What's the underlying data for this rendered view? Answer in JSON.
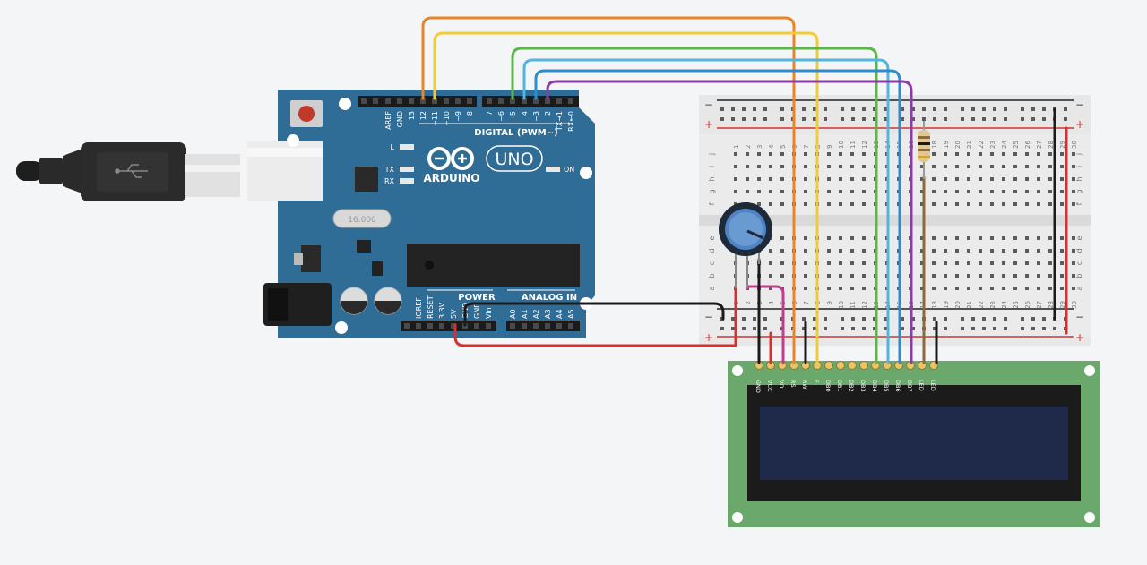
{
  "arduino": {
    "brand": "ARDUINO",
    "model": "UNO",
    "digital_header": "DIGITAL (PWM~)",
    "power_header": "POWER",
    "analog_header": "ANALOG IN",
    "on_label": "ON",
    "crystal": "16.000",
    "led_l": "L",
    "led_tx": "TX",
    "led_rx": "RX",
    "digital_pins": [
      "AREF",
      "GND",
      "13",
      "12",
      "~11",
      "~10",
      "~9",
      "8",
      "7",
      "~6",
      "~5",
      "4",
      "~3",
      "2",
      "TX→1",
      "RX←0"
    ],
    "power_pins": [
      "IOREF",
      "RESET",
      "3.3V",
      "5V",
      "GND",
      "GND",
      "Vin"
    ],
    "analog_pins": [
      "A0",
      "A1",
      "A2",
      "A3",
      "A4",
      "A5"
    ]
  },
  "breadboard": {
    "columns": [
      "1",
      "2",
      "3",
      "4",
      "5",
      "6",
      "7",
      "8",
      "9",
      "10",
      "11",
      "12",
      "13",
      "14",
      "15",
      "16",
      "17",
      "18",
      "19",
      "20",
      "21",
      "22",
      "23",
      "24",
      "25",
      "26",
      "27",
      "28",
      "29",
      "30"
    ],
    "rows_top": [
      "j",
      "i",
      "h",
      "g",
      "f"
    ],
    "rows_bottom": [
      "e",
      "d",
      "c",
      "b",
      "a"
    ],
    "rail_minus": "−",
    "rail_plus": "+"
  },
  "lcd": {
    "pins": [
      "GND",
      "VCC",
      "VO",
      "RS",
      "RW",
      "E",
      "DB0",
      "DB1",
      "DB2",
      "DB3",
      "DB4",
      "DB5",
      "DB6",
      "DB7",
      "LED",
      "LED"
    ]
  },
  "colors": {
    "board": "#2f6c96",
    "lcd_pcb": "#6aa86c",
    "wire_orange": "#e8852b",
    "wire_yellow": "#f1cc3a",
    "wire_green": "#5cb648",
    "wire_lightblue": "#53b4dd",
    "wire_blue": "#2c8cd0",
    "wire_purple": "#8a3ea4",
    "wire_red": "#d5322f",
    "wire_black": "#1a1a1a",
    "wire_magenta": "#c23b8d",
    "wire_brown": "#8c6a3c"
  }
}
